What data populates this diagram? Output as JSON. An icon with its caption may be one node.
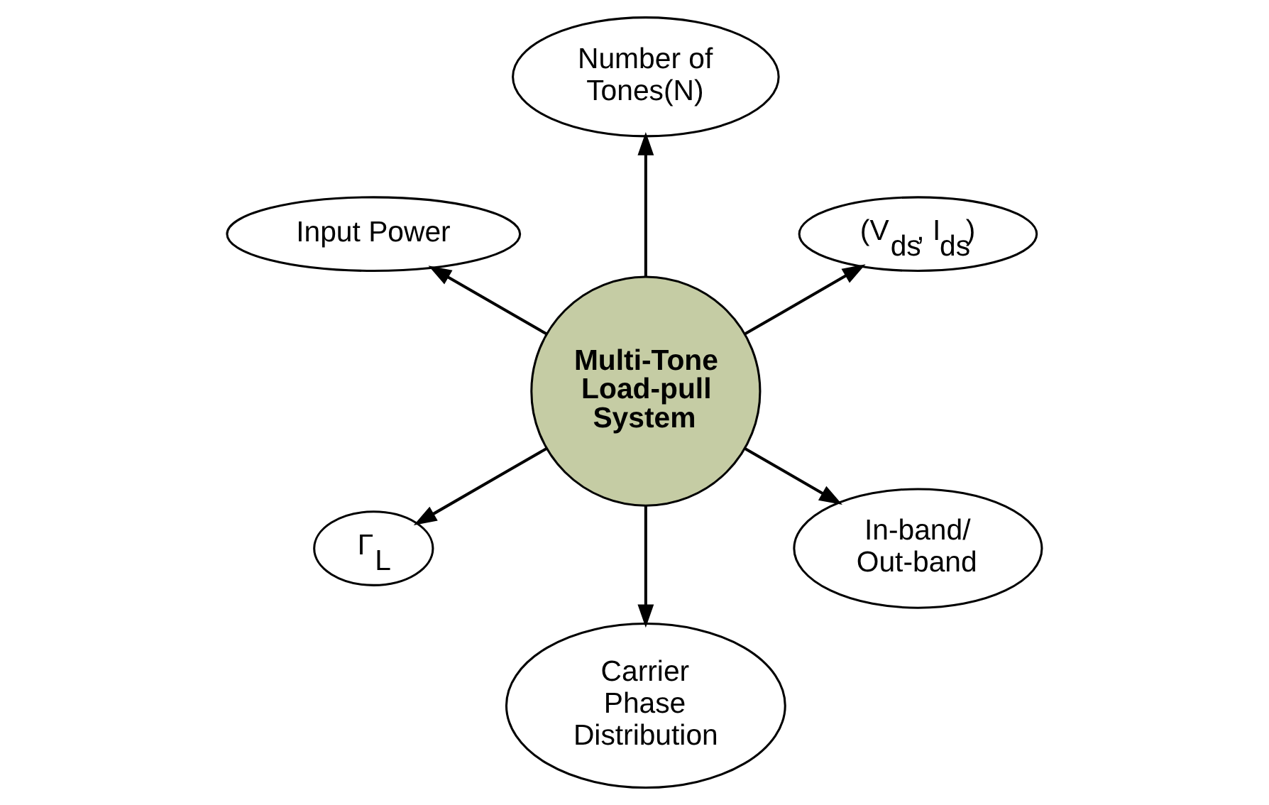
{
  "diagram": {
    "nodes": [
      {
        "text": [
          "(V$_{ds}$, I$_{ds}$)"
        ]
      },
      {
        "text": [
          "Number of Tones(N)"
        ]
      },
      {
        "text": [
          "Input Power"
        ]
      },
      {
        "text": [
          "Multi-Tone Load-pull System"
        ]
      },
      {
        "text": [
          "Γ$_{L}$"
        ]
      },
      {
        "text": [
          "Carrier Phase Distribution"
        ]
      },
      {
        "text": [
          "In-band/ Out-band"
        ]
      }
    ],
    "edges": [
      {
        "from": 3,
        "to": 0,
        "arrow": "to"
      },
      {
        "from": 3,
        "to": 1,
        "arrow": "to"
      },
      {
        "from": 3,
        "to": 2,
        "arrow": "to"
      },
      {
        "from": 3,
        "to": 4,
        "arrow": "to"
      },
      {
        "from": 3,
        "to": 5,
        "arrow": "to"
      },
      {
        "from": 3,
        "to": 6,
        "arrow": "to"
      }
    ]
  }
}
